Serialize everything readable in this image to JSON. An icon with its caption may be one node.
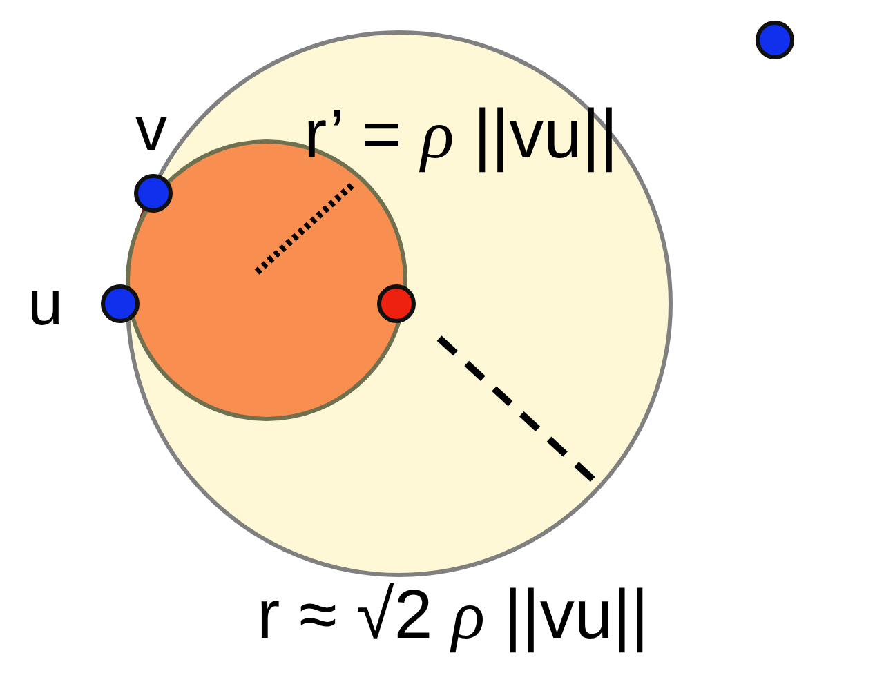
{
  "diagram": {
    "nodes": [
      {
        "text": [],
        "shape": "circle"
      },
      {
        "text": [],
        "shape": "circle",
        "in": 0
      },
      {
        "text": [],
        "shape": "circle",
        "beside": [
          "v"
        ],
        "in": 0
      },
      {
        "text": [],
        "shape": "circle",
        "beside": [
          "u"
        ]
      },
      {
        "text": [],
        "shape": "circle",
        "in": 0
      },
      {
        "text": [],
        "shape": "circle"
      }
    ],
    "labels": [
      "r’ = *ρ* ||vu||",
      "r ≈ √2 *ρ* ||vu||"
    ]
  }
}
